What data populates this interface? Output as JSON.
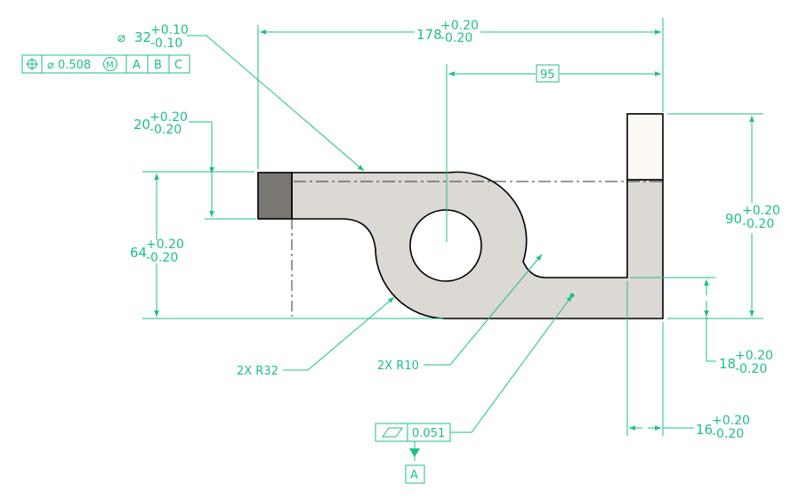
{
  "drawing": {
    "hole": {
      "symbol": "⌀",
      "nominal": "32",
      "upper_tol": "+0.10",
      "lower_tol": "-0.10"
    },
    "position_fcf": {
      "symbol": "⌖",
      "tolerance": "⌀ 0.508",
      "modifier": "M",
      "datums": [
        "A",
        "B",
        "C"
      ]
    },
    "overall_length": {
      "nominal": "178",
      "upper_tol": "+0.20",
      "lower_tol": "-0.20"
    },
    "basic_95": "95",
    "dim_20": {
      "nominal": "20",
      "upper_tol": "+0.20",
      "lower_tol": "-0.20"
    },
    "dim_64": {
      "nominal": "64",
      "upper_tol": "+0.20",
      "lower_tol": "-0.20"
    },
    "dim_90": {
      "nominal": "90",
      "upper_tol": "+0.20",
      "lower_tol": "-0.20"
    },
    "dim_18": {
      "nominal": "18",
      "upper_tol": "+0.20",
      "lower_tol": "-0.20"
    },
    "dim_16": {
      "nominal": "16",
      "upper_tol": "+0.20",
      "lower_tol": "-0.20"
    },
    "r32_note": "2X R32",
    "r10_note": "2X R10",
    "flatness_fcf": {
      "symbol": "▱",
      "tolerance": "0.051"
    },
    "datum_a": "A",
    "colors": {
      "dimension": "#1fbf86",
      "part_fill": "#dcd8d4",
      "section_fill": "#7a7672",
      "tab_fill": "#fdf9f4"
    }
  }
}
